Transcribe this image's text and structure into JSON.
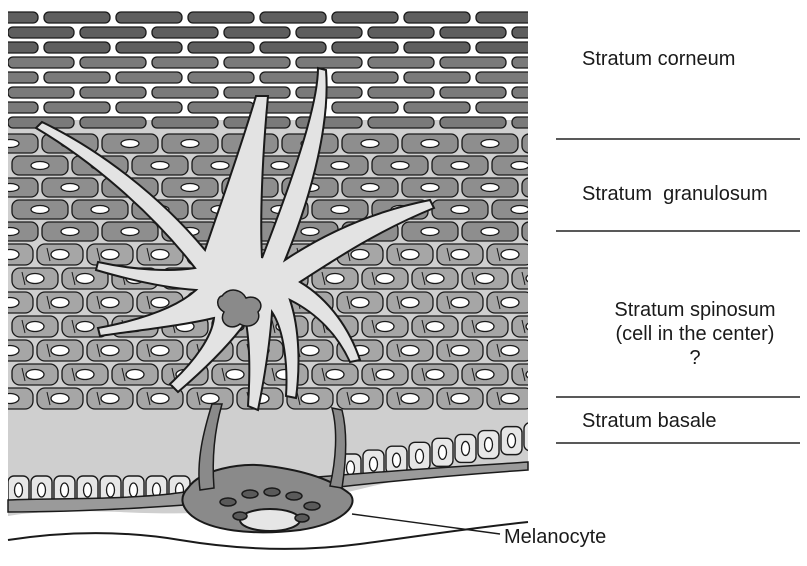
{
  "diagram": {
    "layers": [
      {
        "id": "corneum",
        "label": "Stratum corneum"
      },
      {
        "id": "granulosum",
        "label": "Stratum  granulosum"
      },
      {
        "id": "spinosum",
        "label_lines": [
          "Stratum spinosum",
          "(cell in the center)",
          "?"
        ]
      },
      {
        "id": "basale",
        "label": "Stratum basale"
      }
    ],
    "callout": {
      "label": "Melanocyte"
    },
    "colors": {
      "ink": "#1a1a1a",
      "cell_dark": "#7a7a7a",
      "cell_mid": "#a6a6a6",
      "cell_light": "#e6e6e6",
      "dendritic": "#e2e2e2",
      "melanocyte": "#8a8a8a"
    }
  }
}
